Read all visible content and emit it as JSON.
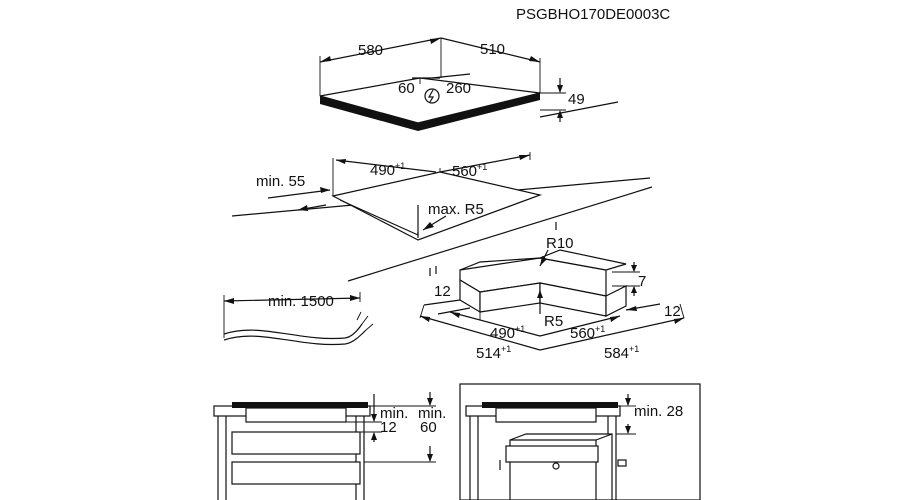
{
  "diagram": {
    "code": "PSGBHO170DE0003C",
    "hob": {
      "width": "580",
      "depth": "510",
      "height": "49",
      "connection_x": "60",
      "connection_y": "260"
    },
    "cutout": {
      "min_front": "min. 55",
      "width": "490",
      "width_tol": "+1",
      "depth": "560",
      "depth_tol": "+1",
      "max_radius": "max. R5"
    },
    "cable": {
      "min_length": "min. 1500"
    },
    "frame": {
      "radius_outer": "R10",
      "height": "7",
      "margin_left": "12",
      "margin_right": "12",
      "inner_width": "490",
      "inner_width_tol": "+1",
      "inner_radius": "R5",
      "inner_depth": "560",
      "inner_depth_tol": "+1",
      "outer_width": "514",
      "outer_width_tol": "+1",
      "outer_depth": "584",
      "outer_depth_tol": "+1"
    },
    "install_drawers": {
      "min_label_a": "min.",
      "value_a": "12",
      "min_label_b": "min.",
      "value_b": "60"
    },
    "install_oven": {
      "min_label": "min. 28"
    }
  }
}
